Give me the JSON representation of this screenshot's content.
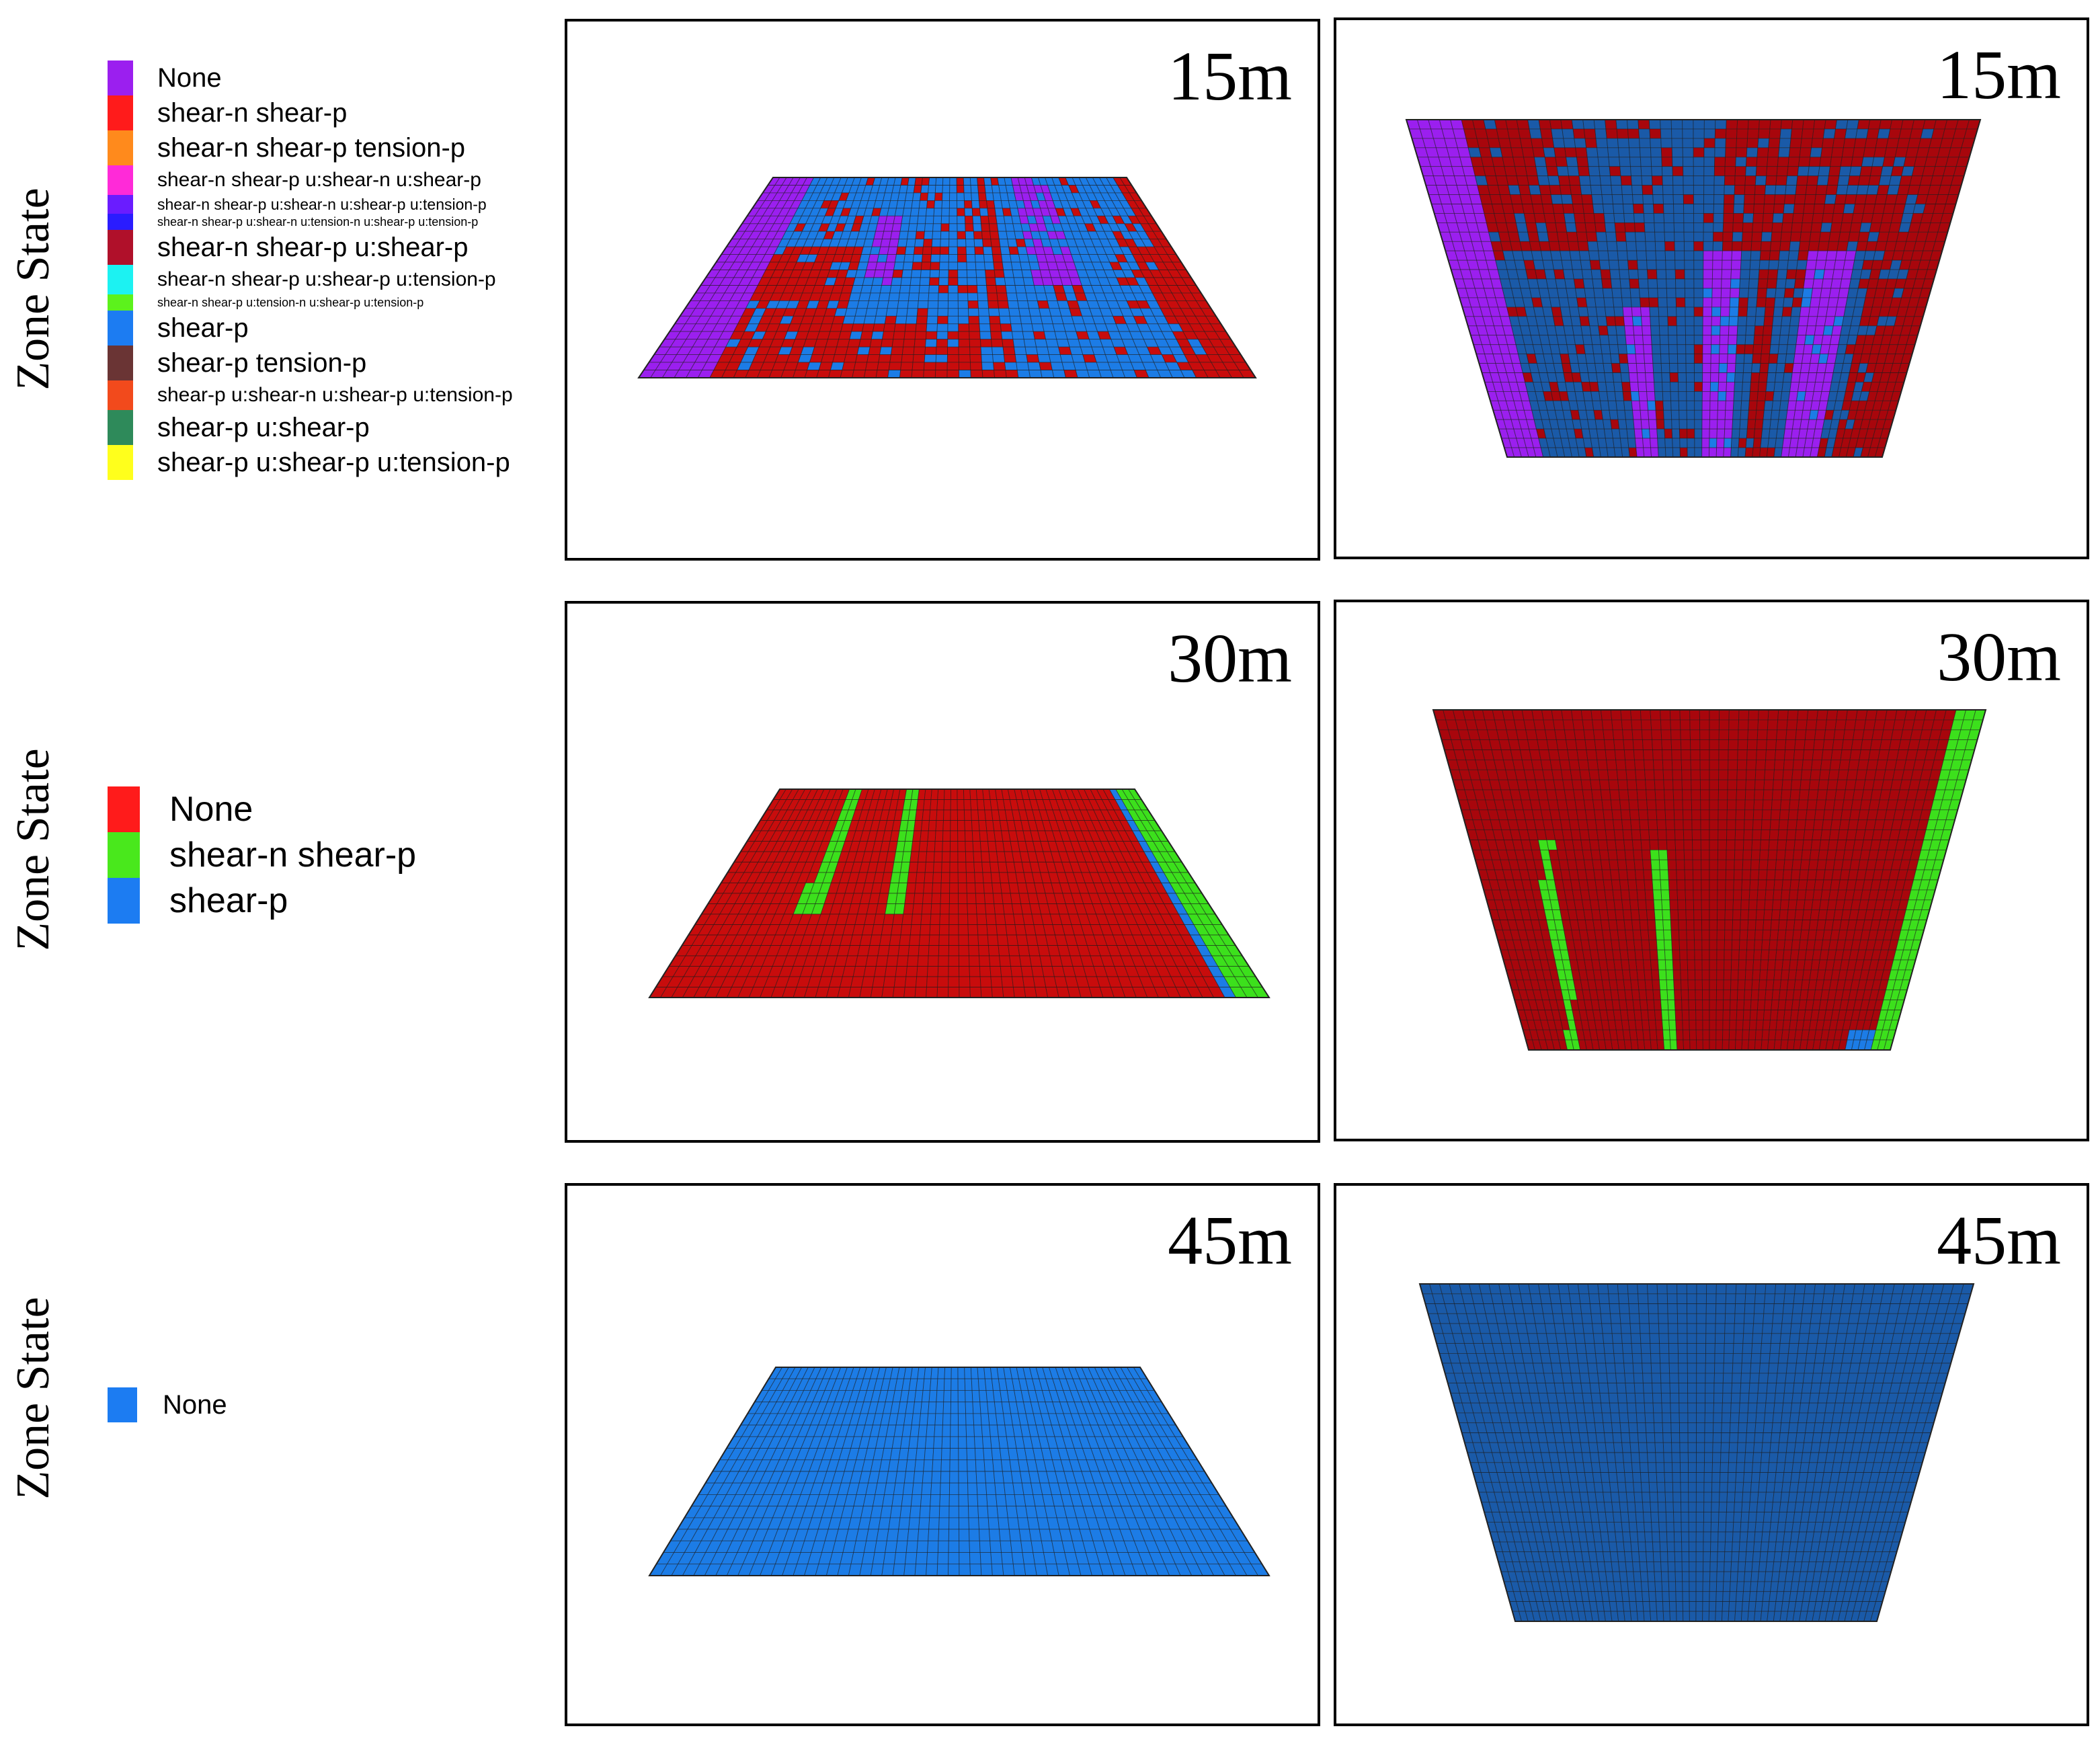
{
  "row_title": "Zone State",
  "rows": [
    {
      "depth": "15m",
      "legend": [
        {
          "label": "None",
          "color": "#9b1fef",
          "size": "l"
        },
        {
          "label": "shear-n shear-p",
          "color": "#ff1b1b",
          "size": "l"
        },
        {
          "label": "shear-n shear-p tension-p",
          "color": "#ff8a1c",
          "size": "l"
        },
        {
          "label": "shear-n shear-p u:shear-n u:shear-p",
          "color": "#ff2ad8",
          "size": "m"
        },
        {
          "label": "shear-n shear-p u:shear-n u:shear-p u:tension-p",
          "color": "#6a1cff",
          "size": "s"
        },
        {
          "label": "shear-n shear-p u:shear-n u:tension-n u:shear-p u:tension-p",
          "color": "#2a1cff",
          "size": "xs"
        },
        {
          "label": "shear-n shear-p u:shear-p",
          "color": "#b0102a",
          "size": "l"
        },
        {
          "label": "shear-n shear-p u:shear-p u:tension-p",
          "color": "#1cf2f2",
          "size": "m"
        },
        {
          "label": "shear-n shear-p u:tension-n u:shear-p u:tension-p",
          "color": "#5cf21c",
          "size": "xs"
        },
        {
          "label": "shear-p",
          "color": "#1c7cf2",
          "size": "l"
        },
        {
          "label": "shear-p tension-p",
          "color": "#6a3434",
          "size": "l"
        },
        {
          "label": "shear-p u:shear-n u:shear-p u:tension-p",
          "color": "#f24a1c",
          "size": "m"
        },
        {
          "label": "shear-p u:shear-p",
          "color": "#2e8a5a",
          "size": "l"
        },
        {
          "label": "shear-p u:shear-p u:tension-p",
          "color": "#ffff1c",
          "size": "l"
        }
      ]
    },
    {
      "depth": "30m",
      "legend": [
        {
          "label": "None",
          "color": "#ff1b1b",
          "size": "xl"
        },
        {
          "label": "shear-n shear-p",
          "color": "#49e81c",
          "size": "xl"
        },
        {
          "label": "shear-p",
          "color": "#1c7cf2",
          "size": "xl"
        }
      ]
    },
    {
      "depth": "45m",
      "legend": [
        {
          "label": "None",
          "color": "#1c7cf2",
          "size": "l"
        }
      ]
    }
  ],
  "colors": {
    "purple": "#9b1fef",
    "red": "#c80c0c",
    "darkred": "#a8060c",
    "blue": "#1c7ce6",
    "darkblue": "#1a5aa8",
    "green": "#3ce01c",
    "grid": "#1a1a1a"
  }
}
